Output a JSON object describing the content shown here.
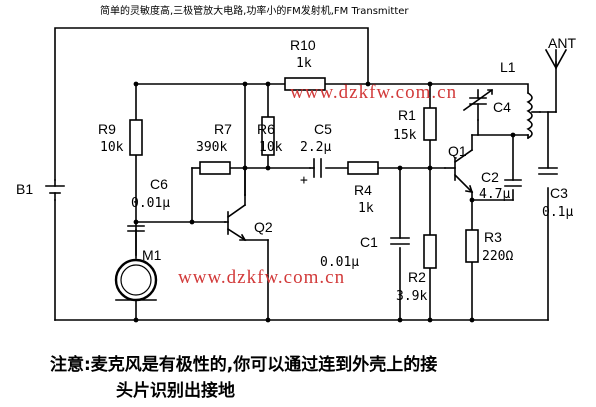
{
  "title": "简单的灵敏度高,三极管放大电路,功率小的FM发射机,FM Transmitter",
  "watermark": "www.dzkfw.com.cn",
  "components": {
    "R10": {
      "name": "R10",
      "value": "1k"
    },
    "R9": {
      "name": "R9",
      "value": "10k"
    },
    "R7": {
      "name": "R7",
      "value": "390k"
    },
    "R6": {
      "name": "R6",
      "value": "10k"
    },
    "C5": {
      "name": "C5",
      "value": "2.2μ"
    },
    "R1": {
      "name": "R1",
      "value": "15k"
    },
    "C4": {
      "name": "C4"
    },
    "L1": {
      "name": "L1"
    },
    "ANT": {
      "name": "ANT"
    },
    "C6": {
      "name": "C6",
      "value": "0.01μ"
    },
    "Q2": {
      "name": "Q2"
    },
    "Q1": {
      "name": "Q1"
    },
    "R4": {
      "name": "R4",
      "value": "1k"
    },
    "C2": {
      "name": "C2",
      "value": "4.7μ"
    },
    "C3": {
      "name": "C3",
      "value": "0.1μ"
    },
    "B1": {
      "name": "B1"
    },
    "M1": {
      "name": "M1"
    },
    "C1": {
      "name": "C1",
      "value": "0.01μ"
    },
    "R3": {
      "name": "R3",
      "value": "220Ω"
    },
    "R2": {
      "name": "R2",
      "value": "3.9k"
    }
  },
  "note": {
    "line1": "注意:麦克风是有极性的,你可以通过连到外壳上的接",
    "line2": "头片识别出接地"
  }
}
